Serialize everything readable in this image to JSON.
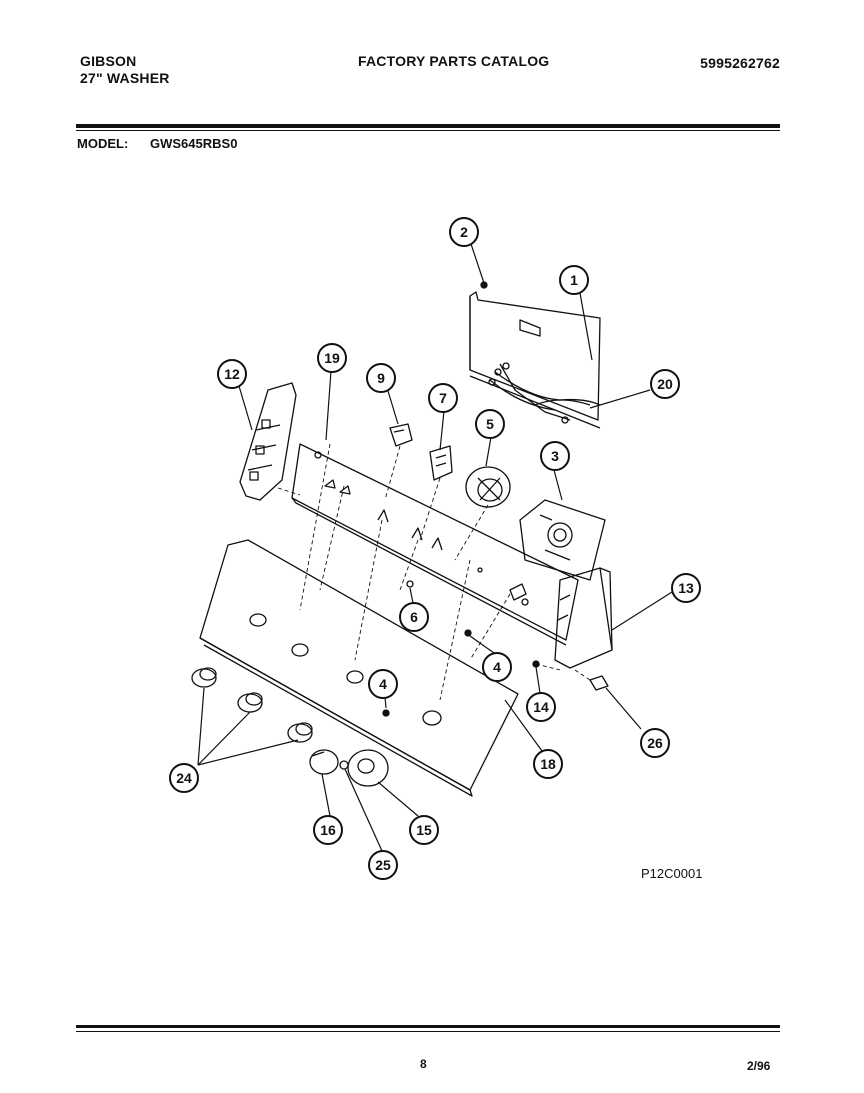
{
  "header": {
    "brand": "GIBSON",
    "product": "27\" WASHER",
    "catalog_title": "FACTORY PARTS CATALOG",
    "catalog_number": "5995262762"
  },
  "model": {
    "label": "MODEL:",
    "value": "GWS645RBS0"
  },
  "diagram": {
    "code": "P12C0001",
    "callouts": [
      "1",
      "2",
      "3",
      "4",
      "4",
      "5",
      "6",
      "7",
      "9",
      "12",
      "13",
      "14",
      "15",
      "16",
      "18",
      "19",
      "20",
      "24",
      "25",
      "26"
    ]
  },
  "footer": {
    "page": "8",
    "date": "2/96"
  }
}
